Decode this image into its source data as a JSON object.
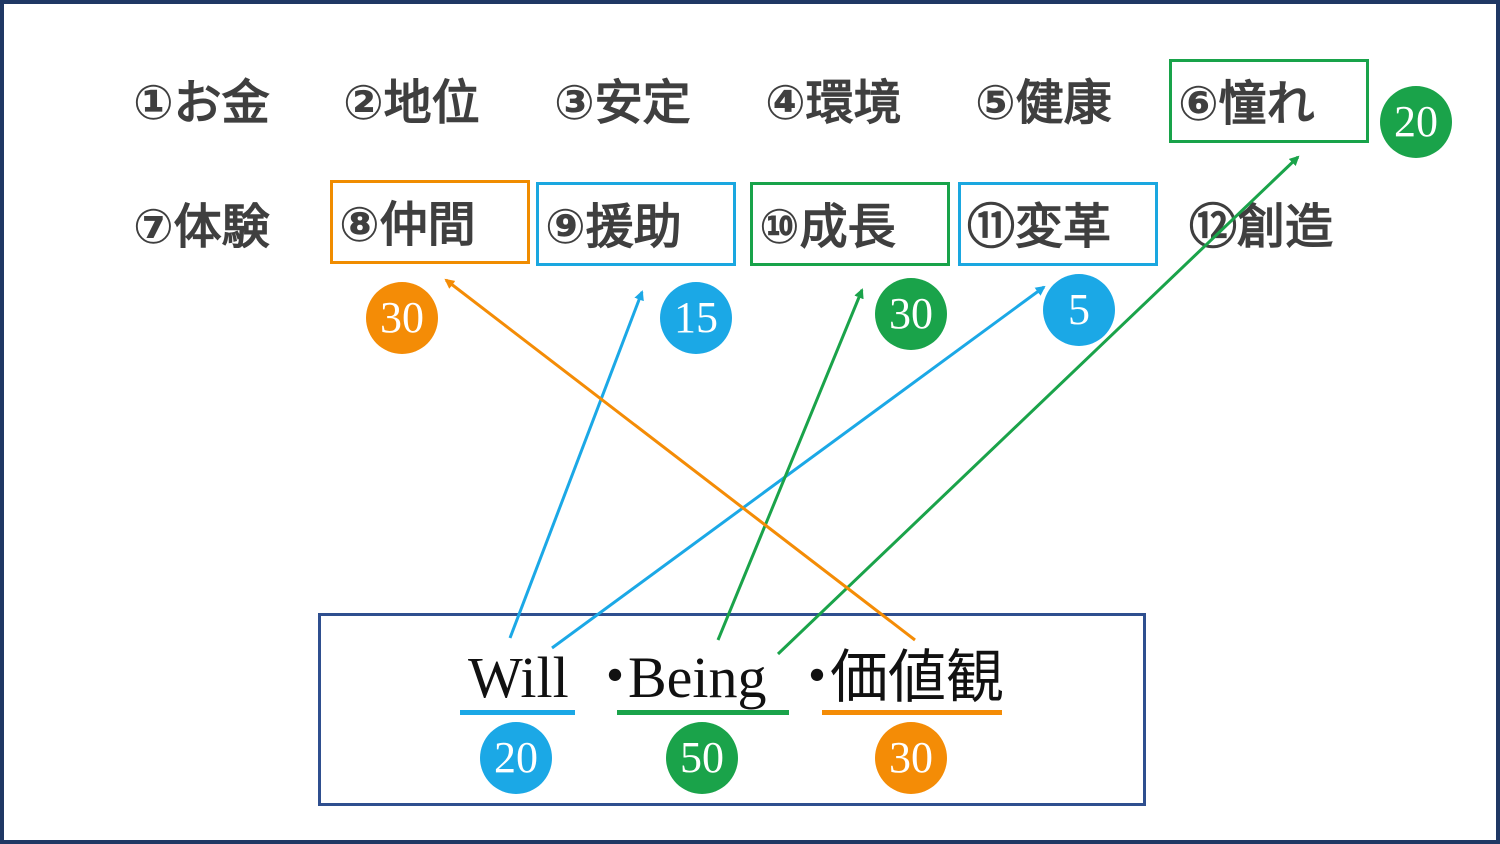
{
  "items": [
    {
      "label": "①お金"
    },
    {
      "label": "②地位"
    },
    {
      "label": "③安定"
    },
    {
      "label": "④環境"
    },
    {
      "label": "⑤健康"
    },
    {
      "label": "⑥憧れ"
    },
    {
      "label": "⑦体験"
    },
    {
      "label": "⑧仲間"
    },
    {
      "label": "⑨援助"
    },
    {
      "label": "⑩成長"
    },
    {
      "label": "⑪変革"
    },
    {
      "label": "⑫創造"
    }
  ],
  "item_badges": {
    "yearning": "20",
    "companions": "30",
    "support": "15",
    "growth": "30",
    "transformation": "5"
  },
  "source": {
    "will": "Will",
    "dot1": "・",
    "being": "Being",
    "dot2": "・",
    "values": "価値観",
    "will_score": "20",
    "being_score": "50",
    "values_score": "30"
  },
  "colors": {
    "will": "#1ba8e6",
    "being": "#1aa34a",
    "values": "#f48c06",
    "frame": "#1f3864"
  }
}
